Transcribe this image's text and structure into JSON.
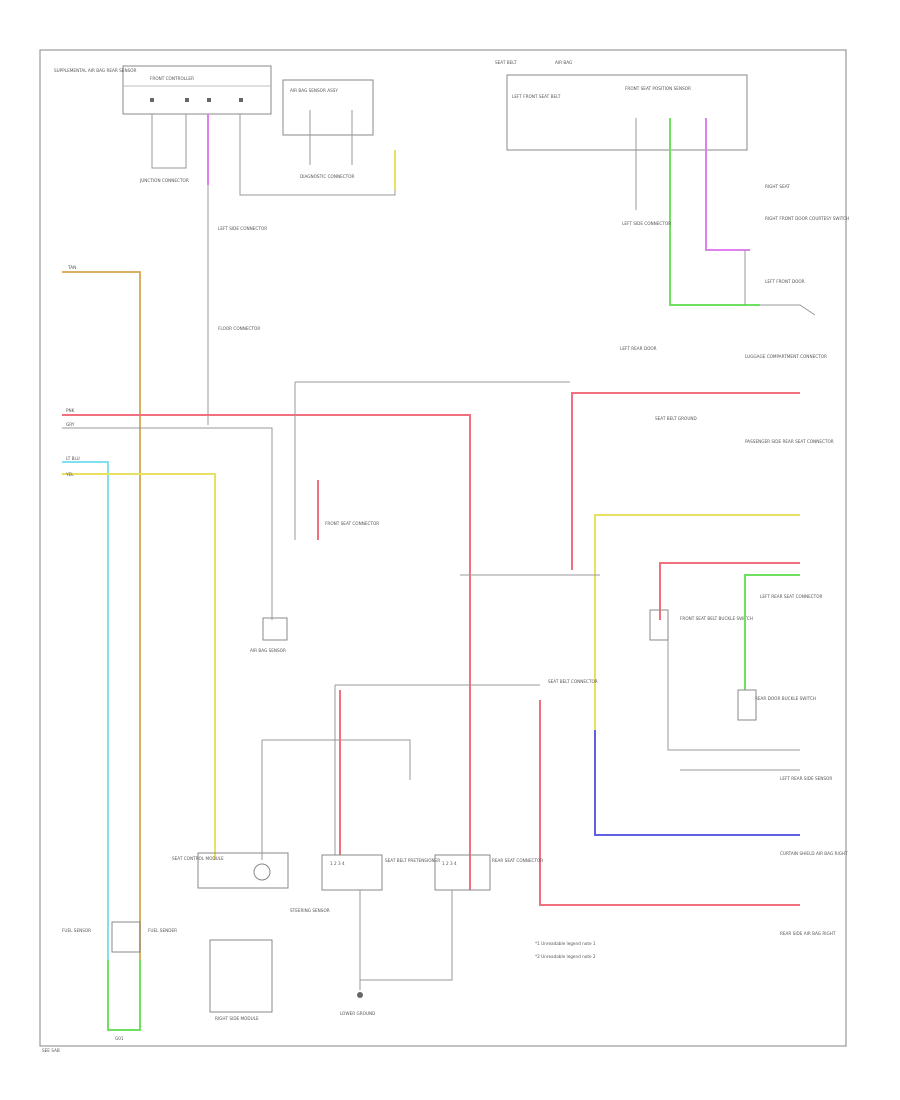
{
  "page": {
    "id_label": "SEE SAB"
  },
  "notes": [
    "*1  Unreadable legend note 1",
    "*2  Unreadable legend note 2"
  ],
  "colors": {
    "frame": "#999999",
    "wire_gray": "#9a9a9a",
    "wire_red": "#f07080",
    "wire_yellow": "#e8e060",
    "wire_tan": "#d8b060",
    "wire_cyan": "#80e0f0",
    "wire_green": "#70e060",
    "wire_violet": "#e080f0",
    "wire_blue": "#6060e0"
  },
  "components": {
    "top_controller": {
      "title": "FRONT CONTROLLER",
      "side_label": "SUPPLEMENTAL AIR BAG REAR SENSOR"
    },
    "top_center_module": {
      "title": "AIR BAG SENSOR ASSY",
      "sub_label": "DIAGNOSTIC CONNECTOR"
    },
    "top_right_module": {
      "title": "FRONT SEAT POSITION SENSOR",
      "left_label": "LEFT FRONT SEAT BELT",
      "header_a": "SEAT BELT",
      "header_b": "AIR BAG"
    },
    "junction_left_top": {
      "label": "JUNCTION CONNECTOR"
    },
    "center_jumper": {
      "label": "FRONT SEAT CONNECTOR"
    },
    "floor_connector_left": {
      "label": "FLOOR CONNECTOR"
    },
    "floor_connector_left2": {
      "label": "LEFT SIDE CONNECTOR"
    },
    "right_connector_1": {
      "label": "LUGGAGE COMPARTMENT CONNECTOR"
    },
    "right_connector_2": {
      "label": "PASSENGER SIDE REAR SEAT CONNECTOR"
    },
    "right_connector_3": {
      "label": "LEFT REAR SEAT CONNECTOR"
    },
    "right_connector_4": {
      "label": "LEFT REAR SIDE SENSOR"
    },
    "right_connector_5": {
      "label": "CURTAIN SHIELD AIR BAG RIGHT"
    },
    "right_connector_6": {
      "label": "REAR SIDE AIR BAG RIGHT"
    },
    "right_sensor_1": {
      "label": "FRONT SEAT BELT BUCKLE SWITCH"
    },
    "right_sensor_2": {
      "label": "REAR DOOR BUCKLE SWITCH"
    },
    "right_switch_1": {
      "label": "RIGHT SEAT"
    },
    "right_switch_2": {
      "label": "RIGHT FRONT DOOR COURTESY SWITCH"
    },
    "right_switch_3": {
      "label": "LEFT FRONT DOOR"
    },
    "right_switch_4": {
      "label": "LEFT REAR DOOR"
    },
    "right_small_connector": {
      "label": "LEFT SIDE CONNECTOR"
    },
    "right_grounds": {
      "label": "SEAT BELT GROUND"
    },
    "center_sensor": {
      "label": "AIR BAG SENSOR"
    },
    "center_right_connector": {
      "label": "SEAT BELT CONNECTOR"
    },
    "bottom_left_sensor": {
      "label": "FUEL SENSOR"
    },
    "bottom_left_switch": {
      "label": "FUEL SENDER"
    },
    "bottom_module_left": {
      "label": "SEAT CONTROL MODULE",
      "sub_label": "STEERING SENSOR"
    },
    "bottom_module_center": {
      "label": "SEAT BELT PRETENSIONER",
      "pins": "1 2 3 4"
    },
    "bottom_module_right": {
      "label": "REAR SEAT CONNECTOR",
      "pins": "1 2 3 4"
    },
    "bottom_box": {
      "label": "RIGHT SIDE MODULE"
    },
    "bottom_ground": {
      "label": "LOWER GROUND"
    },
    "bottom_left_ground": {
      "label": "G01"
    },
    "wire_tags": {
      "red": "PNK",
      "gray": "GRY",
      "tan": "TAN",
      "cyan": "LT BLU",
      "yellow": "YEL"
    }
  }
}
